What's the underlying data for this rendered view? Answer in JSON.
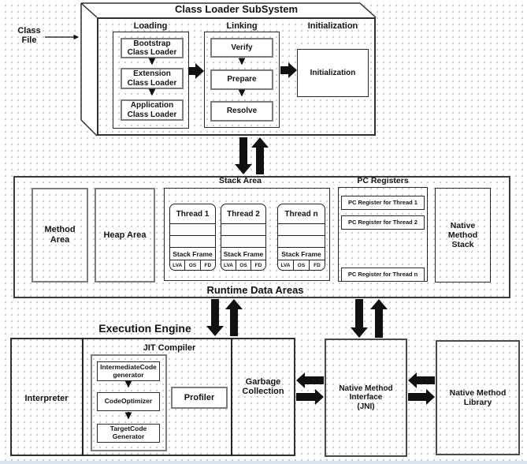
{
  "class_loader": {
    "title": "Class Loader SubSystem",
    "class_file": "Class File",
    "loading_label": "Loading",
    "bootstrap": "Bootstrap Class Loader",
    "extension": "Extension Class Loader",
    "application": "Application Class Loader",
    "linking_label": "Linking",
    "verify": "Verify",
    "prepare": "Prepare",
    "resolve": "Resolve",
    "initialization_label": "Initialization",
    "initialization_box": "Initialization"
  },
  "runtime": {
    "title": "Runtime Data Areas",
    "method_area": "Method Area",
    "heap_area": "Heap Area",
    "stack_area_label": "Stack Area",
    "threads": [
      {
        "name": "Thread 1",
        "frame": "Stack Frame",
        "cells": [
          "LVA",
          "OS",
          "FD"
        ]
      },
      {
        "name": "Thread 2",
        "frame": "Stack Frame",
        "cells": [
          "LVA",
          "OS",
          "FD"
        ]
      },
      {
        "name": "Thread n",
        "frame": "Stack Frame",
        "cells": [
          "LVA",
          "OS",
          "FD"
        ]
      }
    ],
    "pc_registers_label": "PC Registers",
    "pc_registers": [
      "PC Register for Thread 1",
      "PC Register for Thread 2",
      "PC Register for Thread n"
    ],
    "native_method_stack": "Native Method Stack"
  },
  "execution": {
    "title": "Execution Engine",
    "interpreter": "Interpreter",
    "jit_label": "JIT Compiler",
    "intermediate": "IntermediateCode generator",
    "optimizer": "CodeOptimizer",
    "target": "TargetCode Generator",
    "profiler": "Profiler",
    "garbage_collection": "Garbage Collection",
    "jni_lines": [
      "Native Method",
      "Interface",
      "(JNI)"
    ],
    "native_method_library": "Native Method Library"
  },
  "colors": {
    "line": "#000000",
    "gray_border": "#7d7d7d",
    "bottom_strip": "#d8e3f0",
    "background_dot": "#9aa4b4"
  }
}
